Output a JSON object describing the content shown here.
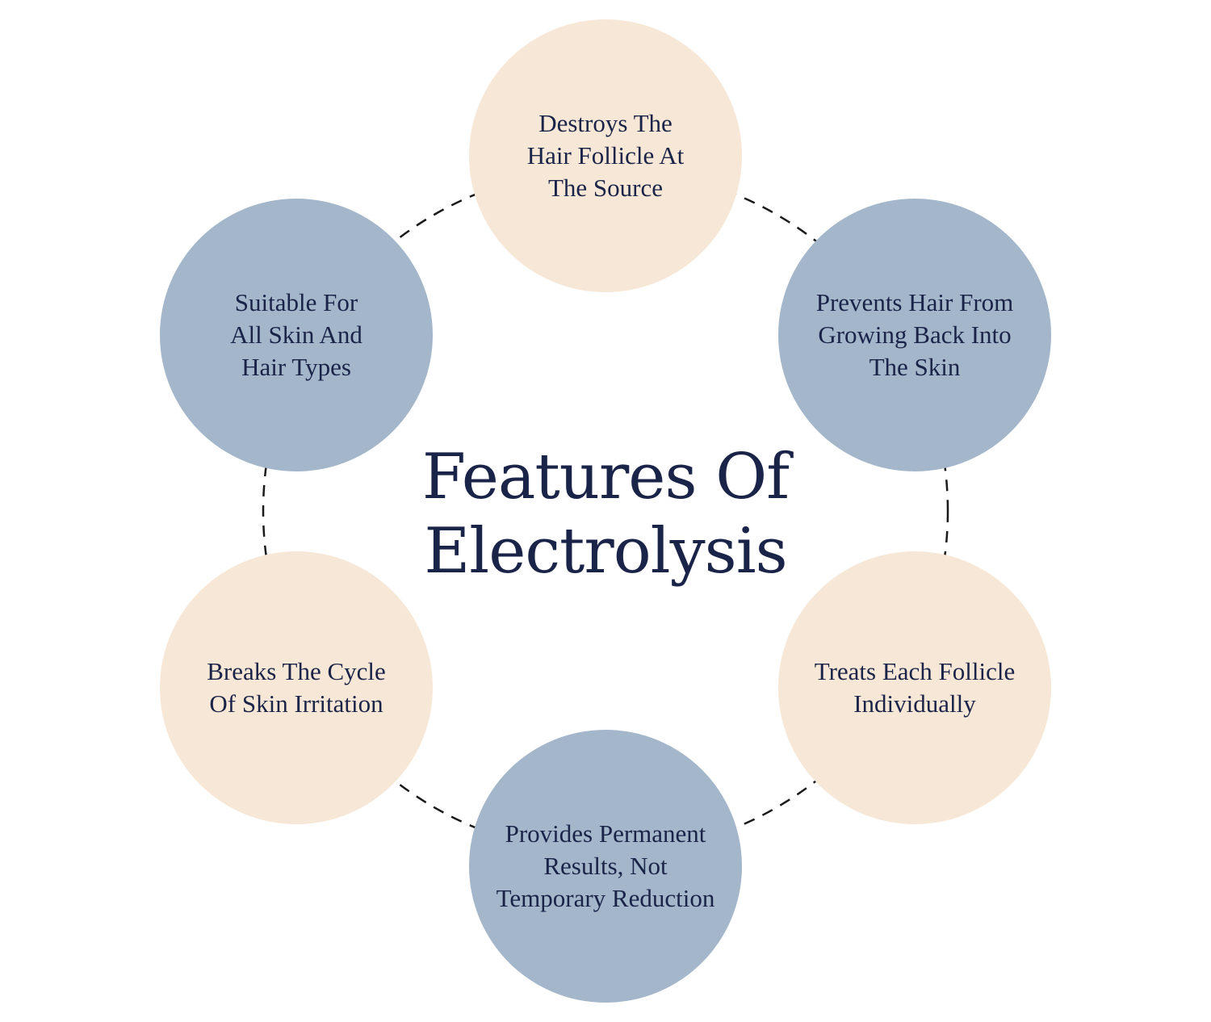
{
  "title": {
    "line1": "Features Of",
    "line2": "Electrolysis"
  },
  "colors": {
    "peach": "#f7e7d6",
    "blue": "#a3b6ca",
    "text": "#1a2348",
    "ring": "#1a1a1a"
  },
  "features": [
    {
      "label": "Destroys The\nHair Follicle At\nThe Source",
      "color": "peach"
    },
    {
      "label": "Prevents Hair From\nGrowing Back Into\nThe Skin",
      "color": "blue"
    },
    {
      "label": "Treats Each Follicle\nIndividually",
      "color": "peach"
    },
    {
      "label": "Provides Permanent\nResults, Not\nTemporary Reduction",
      "color": "blue"
    },
    {
      "label": "Breaks The Cycle\nOf Skin Irritation",
      "color": "peach"
    },
    {
      "label": "Suitable For\nAll Skin And\nHair Types",
      "color": "blue"
    }
  ]
}
